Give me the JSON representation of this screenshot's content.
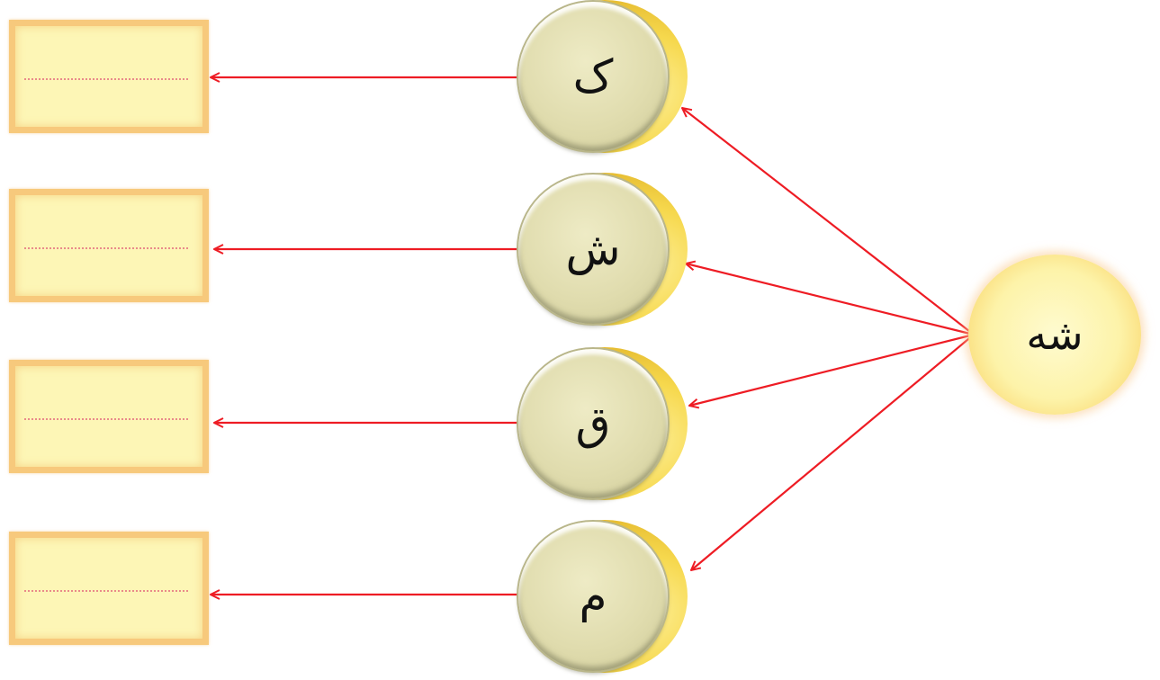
{
  "center_syllable": "شه",
  "letters": [
    "ک",
    "ش",
    "ق",
    "م"
  ],
  "answer_boxes": [
    "",
    "",
    "",
    ""
  ],
  "colors": {
    "arrow": "#ee1c24",
    "box_fill": "#fdf6b6",
    "box_border": "#f7c97c",
    "dotted_line": "#e98a8a"
  }
}
